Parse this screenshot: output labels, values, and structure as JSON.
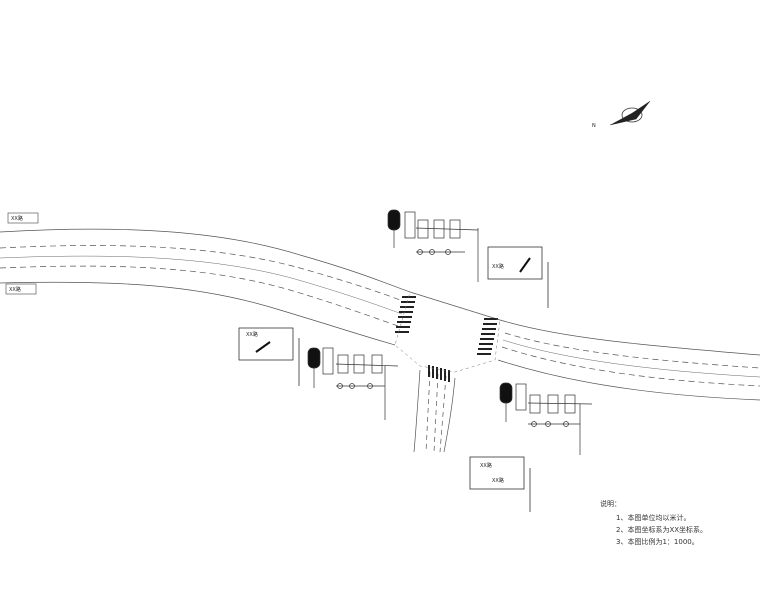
{
  "road_labels": {
    "left_upper": "XX路",
    "left_lower": "XX路"
  },
  "compass": {
    "label": "N"
  },
  "signs": {
    "upper_right_text": "XX路",
    "left_text": "XX路",
    "bottom_text_1": "XX路",
    "bottom_text_2": "XX路"
  },
  "notes": {
    "title": "说明：",
    "items": [
      "1、本图单位均以米计。",
      "2、本图坐标系为XX坐标系。",
      "3、本图比例为1：1000。"
    ]
  },
  "colors": {
    "line": "#444444",
    "fill_dark": "#111111"
  }
}
